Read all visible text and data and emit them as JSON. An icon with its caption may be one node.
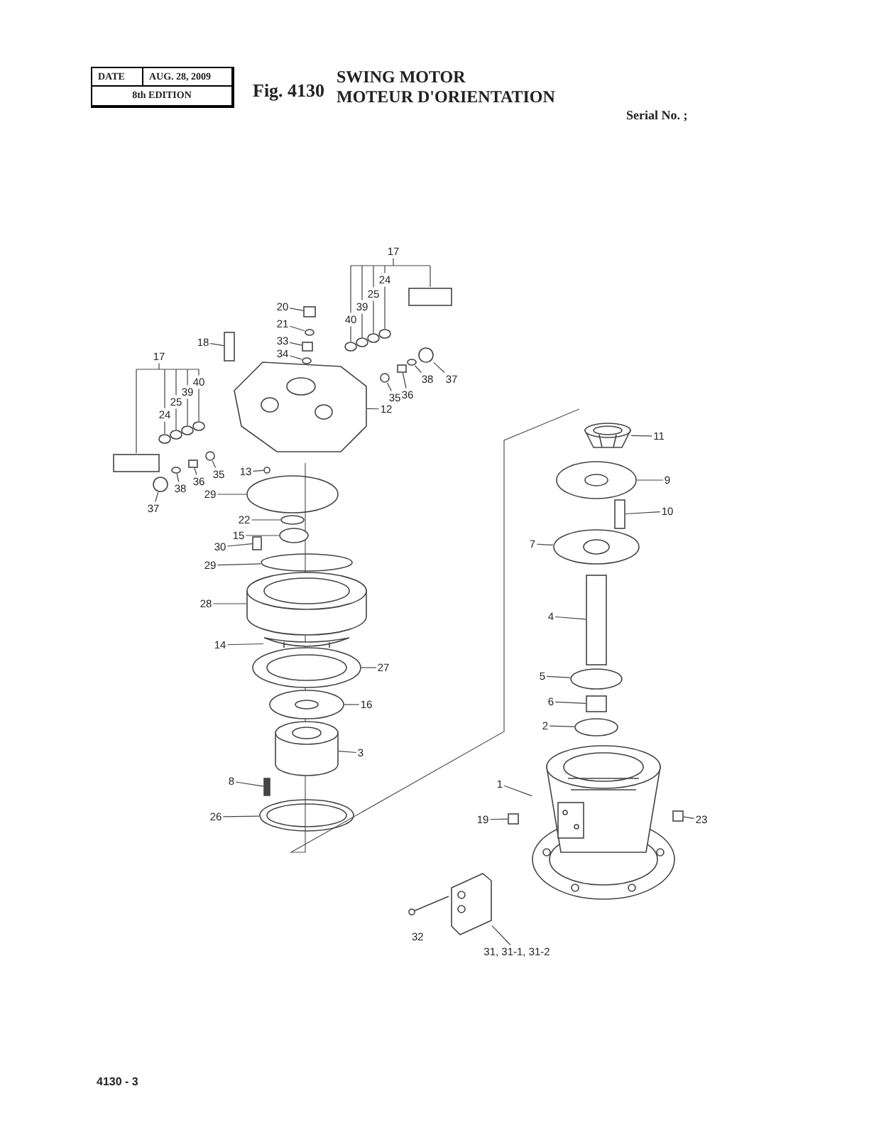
{
  "diagram": {
    "title": "SWING MOTOR",
    "nodes": [
      {
        "text": [
          "17"
        ]
      },
      {
        "text": [
          "24"
        ]
      },
      {
        "text": [
          "25"
        ]
      },
      {
        "text": [
          "39"
        ]
      },
      {
        "text": [
          "40"
        ]
      },
      {
        "text": [
          "20"
        ]
      },
      {
        "text": [
          "21"
        ]
      },
      {
        "text": [
          "33"
        ]
      },
      {
        "text": [
          "34"
        ]
      },
      {
        "text": [
          "18"
        ]
      },
      {
        "text": [
          "17"
        ]
      },
      {
        "text": [
          "24"
        ]
      },
      {
        "text": [
          "25"
        ]
      },
      {
        "text": [
          "39"
        ]
      },
      {
        "text": [
          "40"
        ]
      },
      {
        "text": [
          "37"
        ]
      },
      {
        "text": [
          "38"
        ]
      },
      {
        "text": [
          "36"
        ]
      },
      {
        "text": [
          "35"
        ]
      },
      {
        "text": [
          "12"
        ]
      },
      {
        "text": [
          "13"
        ]
      },
      {
        "text": [
          "35"
        ]
      },
      {
        "text": [
          "36"
        ]
      },
      {
        "text": [
          "38"
        ]
      },
      {
        "text": [
          "37"
        ]
      },
      {
        "text": [
          "29"
        ]
      },
      {
        "text": [
          "22"
        ]
      },
      {
        "text": [
          "15"
        ]
      },
      {
        "text": [
          "30"
        ]
      },
      {
        "text": [
          "29"
        ]
      },
      {
        "text": [
          "28"
        ]
      },
      {
        "text": [
          "14"
        ]
      },
      {
        "text": [
          "27"
        ]
      },
      {
        "text": [
          "16"
        ]
      },
      {
        "text": [
          "3"
        ]
      },
      {
        "text": [
          "8"
        ]
      },
      {
        "text": [
          "26"
        ]
      },
      {
        "text": [
          "11"
        ]
      },
      {
        "text": [
          "9"
        ]
      },
      {
        "text": [
          "10"
        ]
      },
      {
        "text": [
          "7"
        ]
      },
      {
        "text": [
          "4"
        ]
      },
      {
        "text": [
          "5"
        ]
      },
      {
        "text": [
          "6"
        ]
      },
      {
        "text": [
          "2"
        ]
      },
      {
        "text": [
          "1"
        ]
      },
      {
        "text": [
          "19"
        ]
      },
      {
        "text": [
          "23"
        ]
      },
      {
        "text": [
          "31, 31-1, 31-2"
        ]
      },
      {
        "text": [],
        "shape": "box"
      },
      {
        "text": [],
        "shape": "circle"
      },
      {
        "text": [],
        "shape": "circle"
      },
      {
        "text": [],
        "shape": "circle"
      },
      {
        "text": [],
        "shape": "circle"
      },
      {
        "text": [],
        "shape": "box"
      },
      {
        "text": [],
        "shape": "circle"
      },
      {
        "text": [],
        "shape": "box"
      },
      {
        "text": [],
        "shape": "circle"
      },
      {
        "text": [],
        "shape": "box"
      },
      {
        "text": [],
        "shape": "box"
      },
      {
        "text": [],
        "shape": "circle"
      },
      {
        "text": [],
        "shape": "circle"
      },
      {
        "text": [],
        "shape": "circle"
      },
      {
        "text": [],
        "shape": "circle"
      },
      {
        "text": [],
        "shape": "circle"
      },
      {
        "text": [],
        "shape": "circle"
      },
      {
        "text": [],
        "shape": "box"
      },
      {
        "text": [],
        "shape": "circle"
      },
      {
        "text": [],
        "shape": "picture"
      },
      {
        "text": [],
        "shape": "circle"
      },
      {
        "text": [],
        "shape": "circle"
      },
      {
        "text": [],
        "shape": "box"
      },
      {
        "text": [],
        "shape": "circle"
      },
      {
        "text": [],
        "shape": "circle"
      },
      {
        "text": [],
        "shape": "circle"
      },
      {
        "text": [],
        "shape": "circle"
      },
      {
        "text": [],
        "shape": "circle"
      },
      {
        "text": [],
        "shape": "box"
      },
      {
        "text": [],
        "shape": "circle"
      },
      {
        "text": [],
        "shape": "cylinder"
      },
      {
        "text": [],
        "shape": "picture"
      },
      {
        "text": [],
        "shape": "picture"
      },
      {
        "text": [],
        "shape": "picture"
      },
      {
        "text": [],
        "shape": "cylinder"
      },
      {
        "text": [],
        "shape": "bar"
      },
      {
        "text": [],
        "shape": "picture"
      },
      {
        "text": [],
        "shape": "picture"
      },
      {
        "text": [],
        "shape": "picture"
      },
      {
        "text": [],
        "shape": "box"
      },
      {
        "text": [],
        "shape": "picture"
      },
      {
        "text": [],
        "shape": "box"
      },
      {
        "text": [],
        "shape": "circle"
      },
      {
        "text": [],
        "shape": "box"
      },
      {
        "text": [],
        "shape": "circle"
      },
      {
        "text": [],
        "shape": "picture"
      },
      {
        "text": [],
        "shape": "box"
      },
      {
        "text": [],
        "shape": "box"
      },
      {
        "text": [],
        "shape": "picture"
      }
    ],
    "edges": [
      {
        "from": 0,
        "to": 49,
        "arrow": "none"
      },
      {
        "from": 0,
        "to": 1,
        "arrow": "none"
      },
      {
        "from": 0,
        "to": 2,
        "arrow": "none"
      },
      {
        "from": 0,
        "to": 3,
        "arrow": "none"
      },
      {
        "from": 0,
        "to": 4,
        "arrow": "none"
      },
      {
        "from": 1,
        "to": 50,
        "arrow": "none"
      },
      {
        "from": 2,
        "to": 51,
        "arrow": "none"
      },
      {
        "from": 3,
        "to": 52,
        "arrow": "none"
      },
      {
        "from": 4,
        "to": 53,
        "arrow": "none"
      },
      {
        "from": 5,
        "to": 54,
        "arrow": "none"
      },
      {
        "from": 6,
        "to": 55,
        "arrow": "none"
      },
      {
        "from": 7,
        "to": 56,
        "arrow": "none"
      },
      {
        "from": 8,
        "to": 57,
        "arrow": "none"
      },
      {
        "from": 9,
        "to": 58,
        "arrow": "none"
      },
      {
        "from": 10,
        "to": 59,
        "arrow": "none"
      },
      {
        "from": 10,
        "to": 11,
        "arrow": "none"
      },
      {
        "from": 10,
        "to": 12,
        "arrow": "none"
      },
      {
        "from": 10,
        "to": 13,
        "arrow": "none"
      },
      {
        "from": 10,
        "to": 14,
        "arrow": "none"
      },
      {
        "from": 11,
        "to": 60,
        "arrow": "none"
      },
      {
        "from": 12,
        "to": 61,
        "arrow": "none"
      },
      {
        "from": 13,
        "to": 62,
        "arrow": "none"
      },
      {
        "from": 14,
        "to": 63,
        "arrow": "none"
      },
      {
        "from": 15,
        "to": 64,
        "arrow": "none"
      },
      {
        "from": 16,
        "to": 65,
        "arrow": "none"
      },
      {
        "from": 17,
        "to": 66,
        "arrow": "none"
      },
      {
        "from": 18,
        "to": 67,
        "arrow": "none"
      },
      {
        "from": 19,
        "to": 68,
        "arrow": "none"
      },
      {
        "from": 20,
        "to": 69,
        "arrow": "none"
      },
      {
        "from": 21,
        "to": 70,
        "arrow": "none"
      },
      {
        "from": 22,
        "to": 71,
        "arrow": "none"
      },
      {
        "from": 23,
        "to": 72,
        "arrow": "none"
      },
      {
        "from": 24,
        "to": 73,
        "arrow": "none"
      },
      {
        "from": 25,
        "to": 74,
        "arrow": "none"
      },
      {
        "from": 26,
        "to": 75,
        "arrow": "none"
      },
      {
        "from": 27,
        "to": 76,
        "arrow": "none"
      },
      {
        "from": 28,
        "to": 77,
        "arrow": "none"
      },
      {
        "from": 29,
        "to": 78,
        "arrow": "none"
      },
      {
        "from": 30,
        "to": 79,
        "arrow": "none"
      },
      {
        "from": 31,
        "to": 80,
        "arrow": "none"
      },
      {
        "from": 32,
        "to": 81,
        "arrow": "none"
      },
      {
        "from": 33,
        "to": 82,
        "arrow": "none"
      },
      {
        "from": 34,
        "to": 83,
        "arrow": "none"
      },
      {
        "from": 35,
        "to": 84,
        "arrow": "none"
      },
      {
        "from": 36,
        "to": 85,
        "arrow": "none"
      },
      {
        "from": 37,
        "to": 86,
        "arrow": "none"
      },
      {
        "from": 38,
        "to": 87,
        "arrow": "none"
      },
      {
        "from": 39,
        "to": 88,
        "arrow": "none"
      },
      {
        "from": 40,
        "to": 89,
        "arrow": "none"
      },
      {
        "from": 41,
        "to": 90,
        "arrow": "none"
      },
      {
        "from": 42,
        "to": 91,
        "arrow": "none"
      },
      {
        "from": 43,
        "to": 92,
        "arrow": "none"
      },
      {
        "from": 44,
        "to": 93,
        "arrow": "none"
      },
      {
        "from": 45,
        "to": 94,
        "arrow": "none"
      },
      {
        "from": 46,
        "to": 95,
        "arrow": "none"
      },
      {
        "from": 47,
        "to": 96,
        "arrow": "none"
      },
      {
        "from": 48,
        "to": 97,
        "arrow": "none"
      }
    ],
    "labels": [
      "DATE",
      "AUG. 28, 2009",
      "8th EDITION",
      "Fig. 4130",
      "MOTEUR D'ORIENTATION",
      "Serial No. ;",
      "32",
      "4130 - 3"
    ]
  }
}
